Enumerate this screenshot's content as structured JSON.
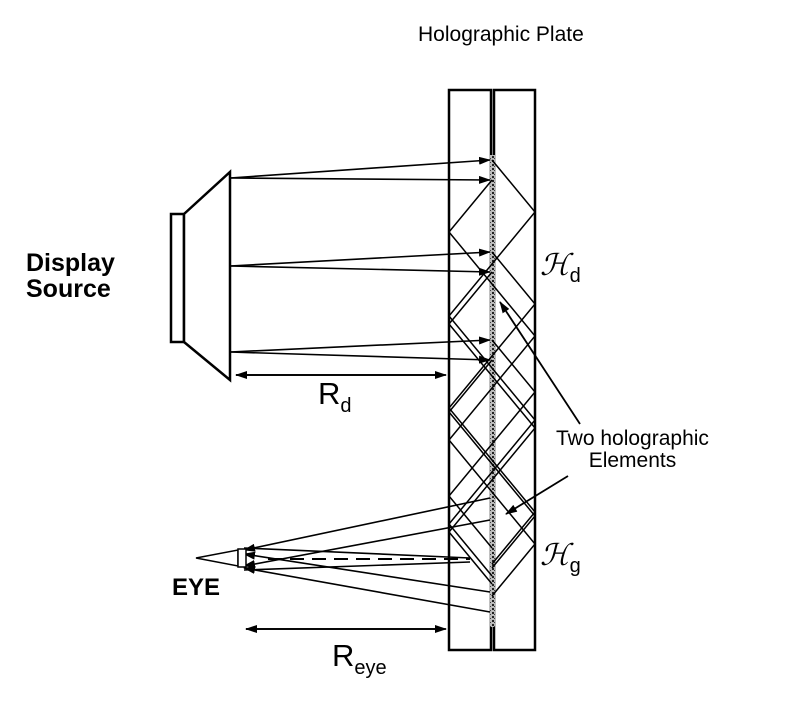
{
  "title": "Holographic Plate",
  "labels": {
    "display_source_line1": "Display",
    "display_source_line2": "Source",
    "eye": "EYE",
    "two_holographic_line1": "Two holographic",
    "two_holographic_line2": "Elements",
    "h_d_symbol": "ℋ",
    "h_d_sub": "d",
    "h_g_symbol": "ℋ",
    "h_g_sub": "g",
    "r_d_main": "R",
    "r_d_sub": "d",
    "r_eye_main": "R",
    "r_eye_sub": "eye"
  },
  "colors": {
    "ink": "#000000",
    "background": "#ffffff"
  }
}
